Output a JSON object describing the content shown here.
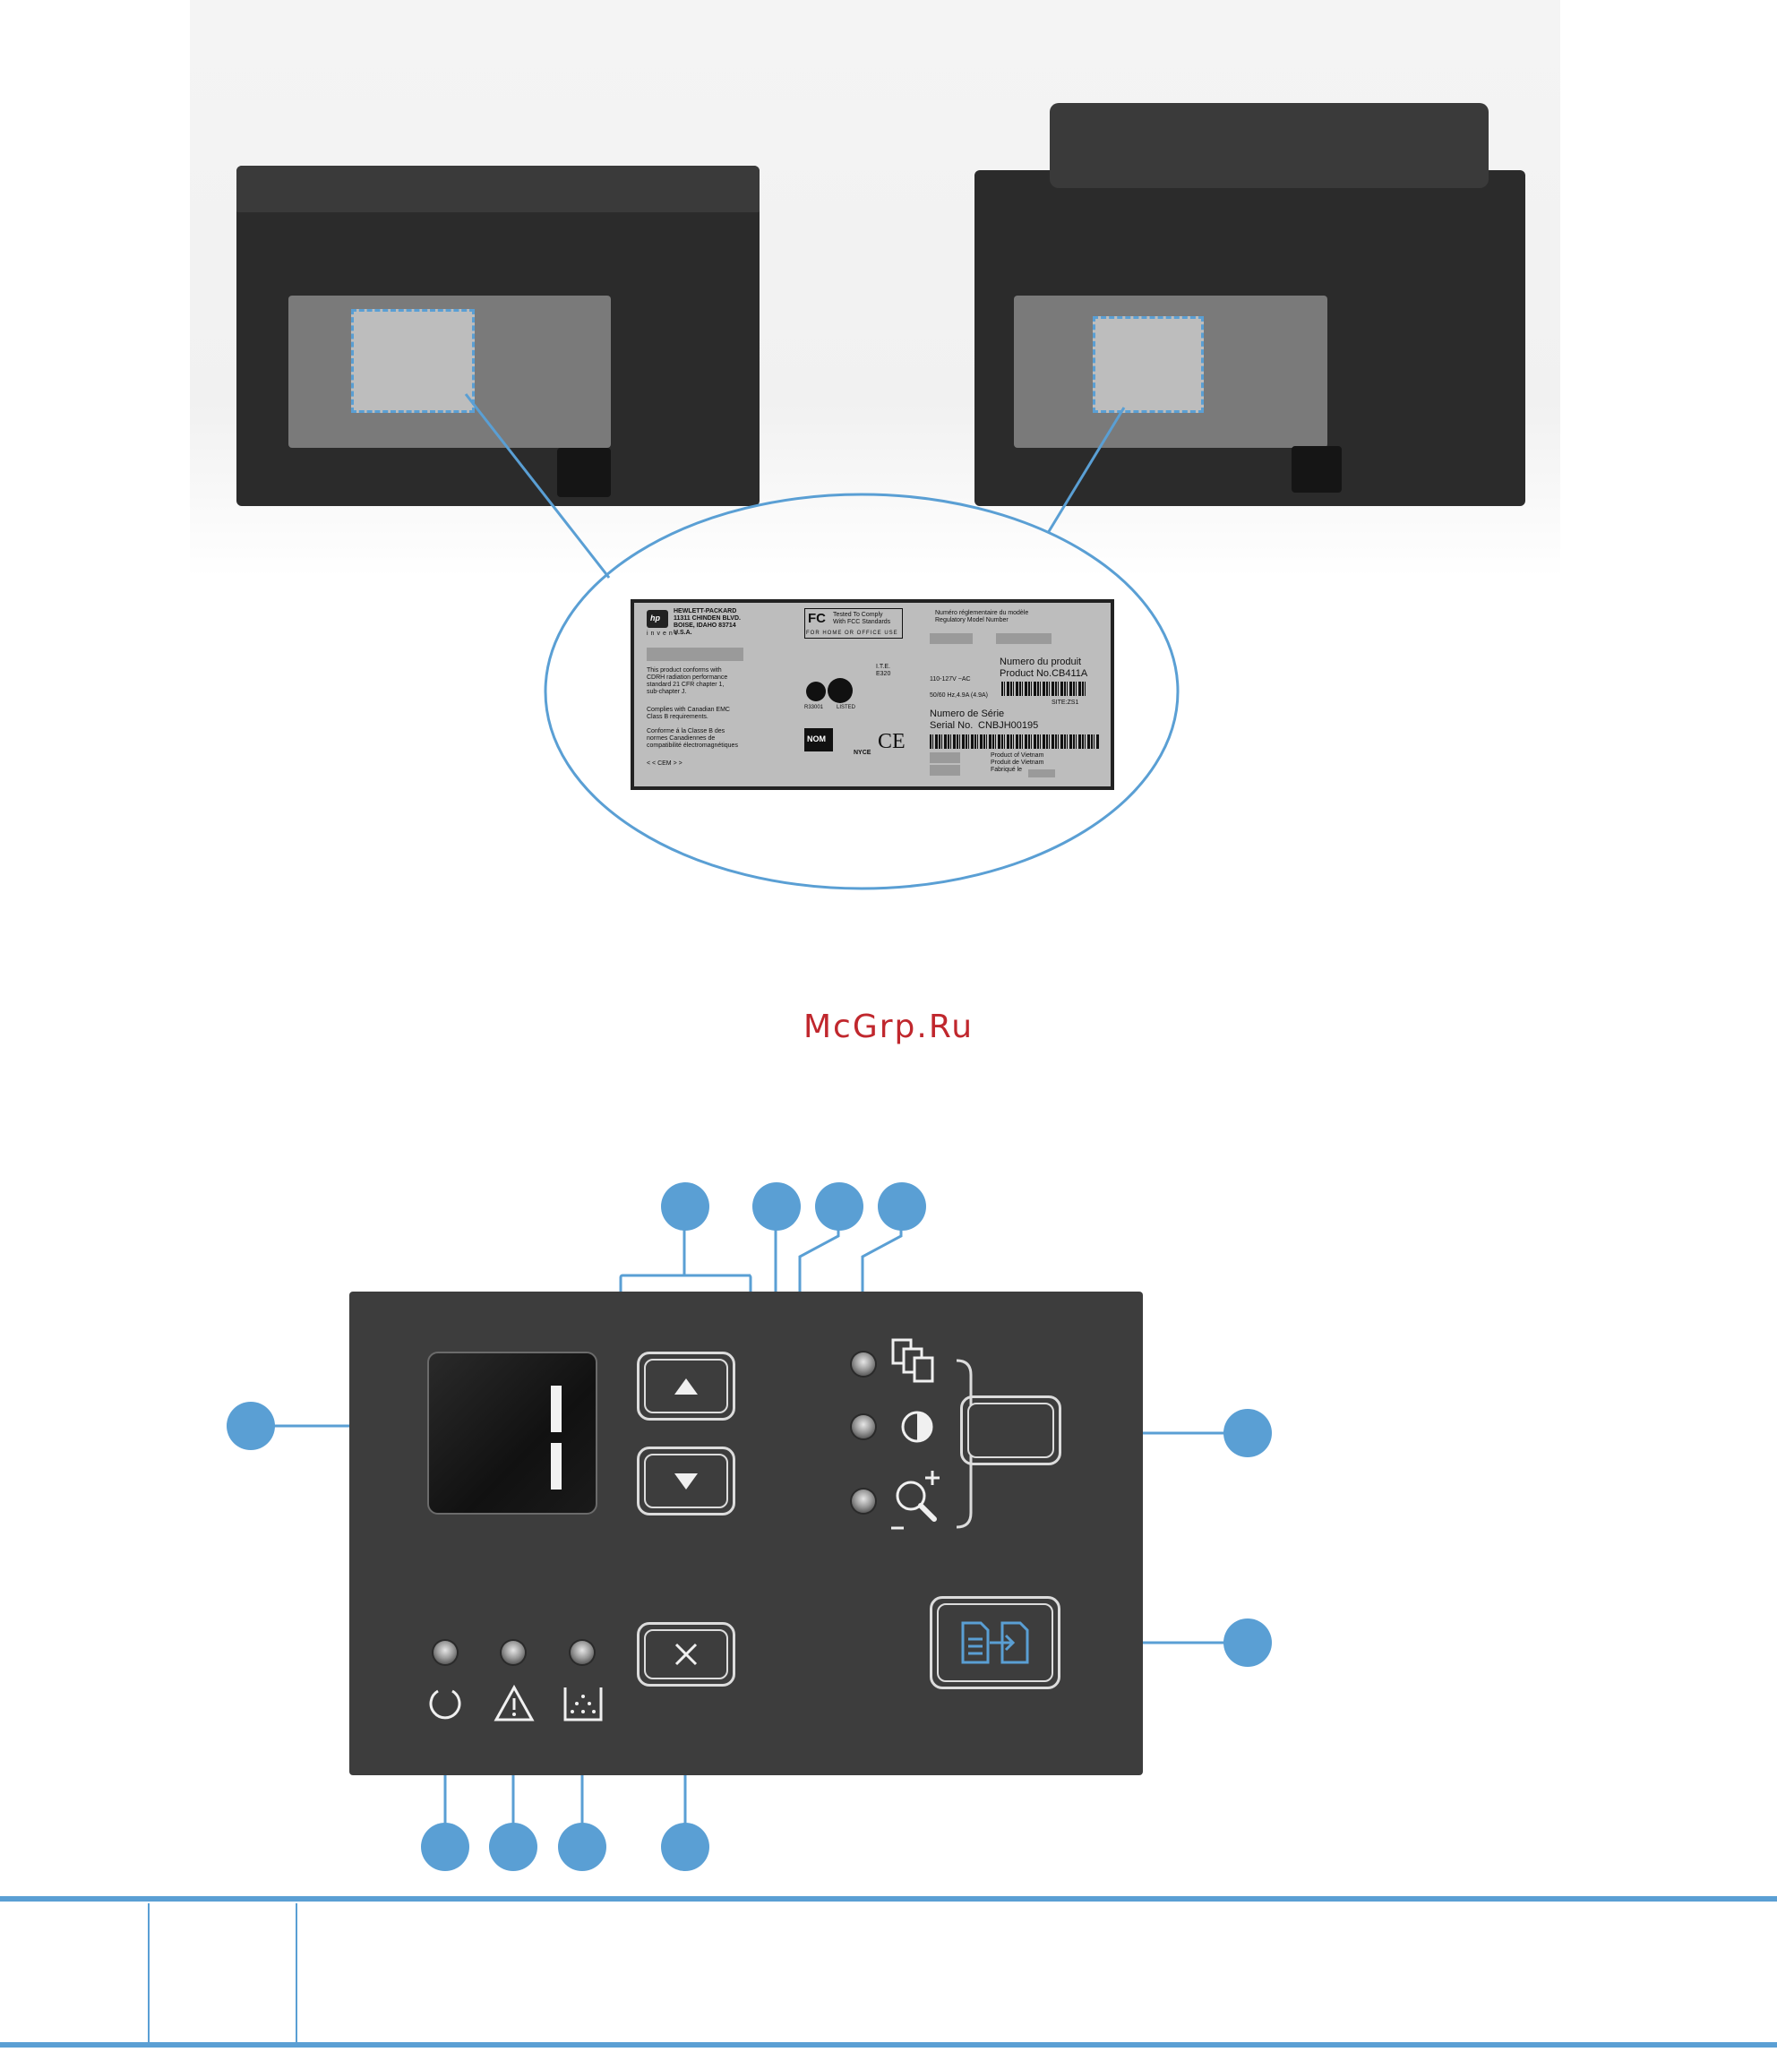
{
  "watermark": "McGrp.Ru",
  "label": {
    "hp_logo": "hp",
    "hp_sub": "invent",
    "address": [
      "HEWLETT-PACKARD",
      "11311 CHINDEN BLVD.",
      "BOISE, IDAHO 83714",
      "U.S.A."
    ],
    "cdrh": [
      "This product conforms with",
      "CDRH radiation performance",
      "standard 21 CFR chapter 1,",
      "sub-chapter J."
    ],
    "emc": [
      "Complies with Canadian EMC",
      "Class B requirements."
    ],
    "classe": [
      "Conforme á la Classe B des",
      "normes Canadiennes de",
      "compatibilité électromagnétiques"
    ],
    "cem": "<  <  CEM  >  >",
    "fcc_logo": "FC",
    "fcc_text": [
      "Tested To Comply",
      "With FCC Standards"
    ],
    "fcc_bottom": "FOR HOME OR OFFICE USE",
    "ite": [
      "I.T.E.",
      "E320"
    ],
    "r_code": "R33001",
    "listed": "LISTED",
    "nom": "NOM",
    "nyce": "NYCE",
    "ce": "CE",
    "reg_fr": "Numéro réglementaire du modèle",
    "reg_en": "Regulatory Model Number",
    "prod_fr": "Numero du produit",
    "prod_en": "Product No.CB411A",
    "voltage": "110-127V   ~AC",
    "freq": "50/60 Hz,4.9A (4.9A)",
    "site": "SITE:ZS1",
    "serial_fr": "Numero de Série",
    "serial_en": "Serial No.",
    "serial_val": "CNBJH00195",
    "origin": [
      "Product of Vietnam",
      "Produit de Vietnam",
      "Fabriqué le"
    ]
  },
  "icons": {
    "up": "up-arrow-icon",
    "down": "down-arrow-icon",
    "copies": "copies-icon",
    "contrast": "contrast-icon",
    "zoom": "zoom-icon",
    "ready": "ready-icon",
    "attention": "attention-icon",
    "toner": "toner-icon",
    "cancel": "cancel-icon",
    "start_copy": "start-copy-icon"
  },
  "colors": {
    "accent": "#5a9fd4",
    "panel": "#3d3d3d",
    "watermark": "#c0272d"
  }
}
